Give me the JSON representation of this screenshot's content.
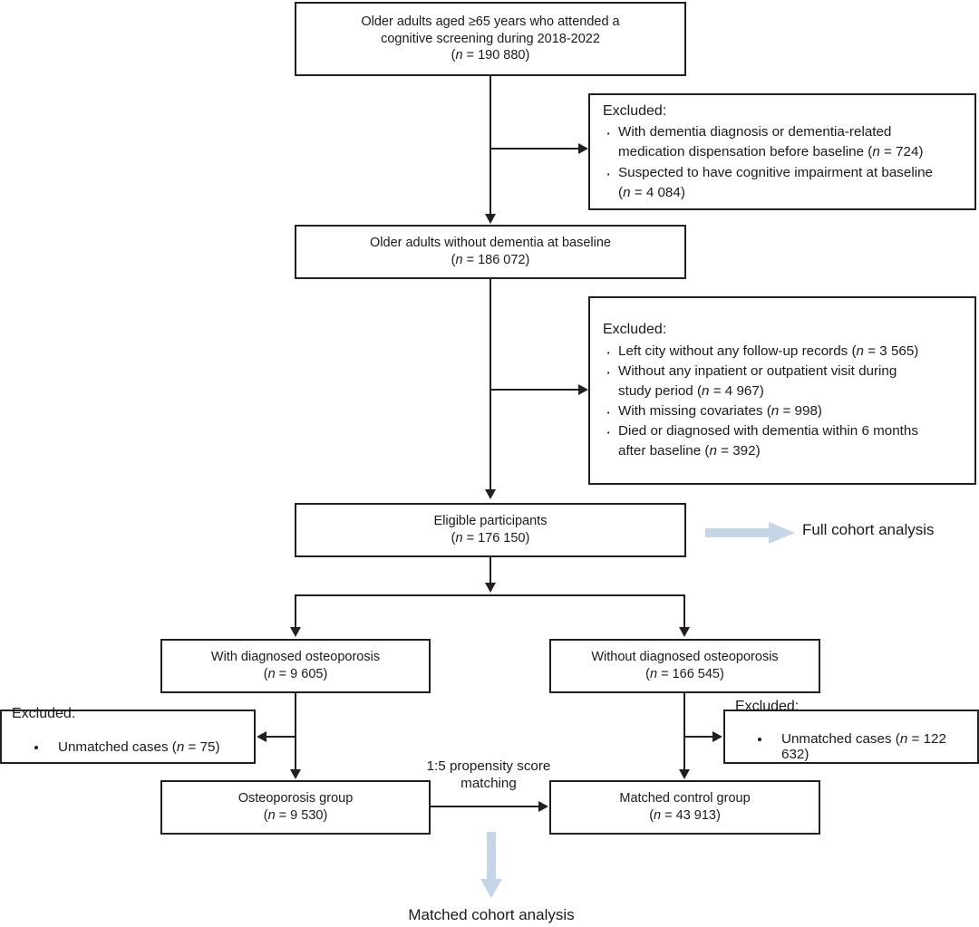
{
  "diagram": {
    "title": "Participant selection flow diagram",
    "colors": {
      "stroke": "#231f20",
      "box_fill": "#ffffff",
      "accent_arrow": "#c5d5e8",
      "text": "#1a1a1a"
    },
    "boxes": {
      "screened": {
        "line1": "Older adults aged ≥65 years who attended a",
        "line2": "cognitive screening during 2018-2022",
        "n_open": "(",
        "n_italic": "n",
        "n_value": " = 190 880)"
      },
      "no_dementia": {
        "line1": "Older adults without dementia at baseline",
        "n_open": "(",
        "n_italic": "n",
        "n_value": " = 186 072)"
      },
      "eligible": {
        "line1": "Eligible participants",
        "n_open": "(",
        "n_italic": "n",
        "n_value": " = 176 150)"
      },
      "with_op": {
        "line1": "With diagnosed osteoporosis",
        "n_open": "(",
        "n_italic": "n",
        "n_value": " = 9 605)"
      },
      "without_op": {
        "line1": "Without diagnosed osteoporosis",
        "n_open": "(",
        "n_italic": "n",
        "n_value": " = 166 545)"
      },
      "op_group": {
        "line1": "Osteoporosis group",
        "n_open": "(",
        "n_italic": "n",
        "n_value": " = 9 530)"
      },
      "matched_control": {
        "line1": "Matched control group",
        "n_open": "(",
        "n_italic": "n",
        "n_value": " = 43 913)"
      }
    },
    "exclusions": {
      "first": {
        "heading": "Excluded:",
        "items": [
          {
            "l1_pre": "With dementia diagnosis or dementia-related",
            "l2_pre": "medication dispensation before baseline (",
            "italic": "n",
            "l2_post": " = 724)"
          },
          {
            "l1_pre": "Suspected to have cognitive impairment at baseline",
            "l2_pre": "(",
            "italic": "n",
            "l2_post": " = 4 084)"
          }
        ]
      },
      "second": {
        "heading": "Excluded:",
        "items": [
          {
            "l1_pre": "Left city without any follow-up records (",
            "italic": "n",
            "l1_post": " = 3 565)",
            "l2_pre": "",
            "l2_post": ""
          },
          {
            "l1_pre": "Without any inpatient or outpatient visit during",
            "l2_pre": "study period (",
            "italic": "n",
            "l2_post": " = 4 967)"
          },
          {
            "l1_pre": "With missing covariates (",
            "italic": "n",
            "l1_post": " = 998)"
          },
          {
            "l1_pre": "Died or diagnosed with dementia within 6 months",
            "l2_pre": "after baseline (",
            "italic": "n",
            "l2_post": " = 392)"
          }
        ]
      },
      "left_unmatched": {
        "heading": "Excluded:",
        "item_pre": "Unmatched cases (",
        "italic": "n",
        "item_post": " = 75)"
      },
      "right_unmatched": {
        "heading": "Excluded:",
        "item_pre": "Unmatched cases (",
        "italic": "n",
        "item_post": " = 122 632)"
      }
    },
    "labels": {
      "full_cohort_analysis": "Full cohort analysis",
      "propensity_line1": "1:5 propensity score",
      "propensity_line2": "matching",
      "matched_cohort_analysis": "Matched cohort analysis"
    }
  }
}
